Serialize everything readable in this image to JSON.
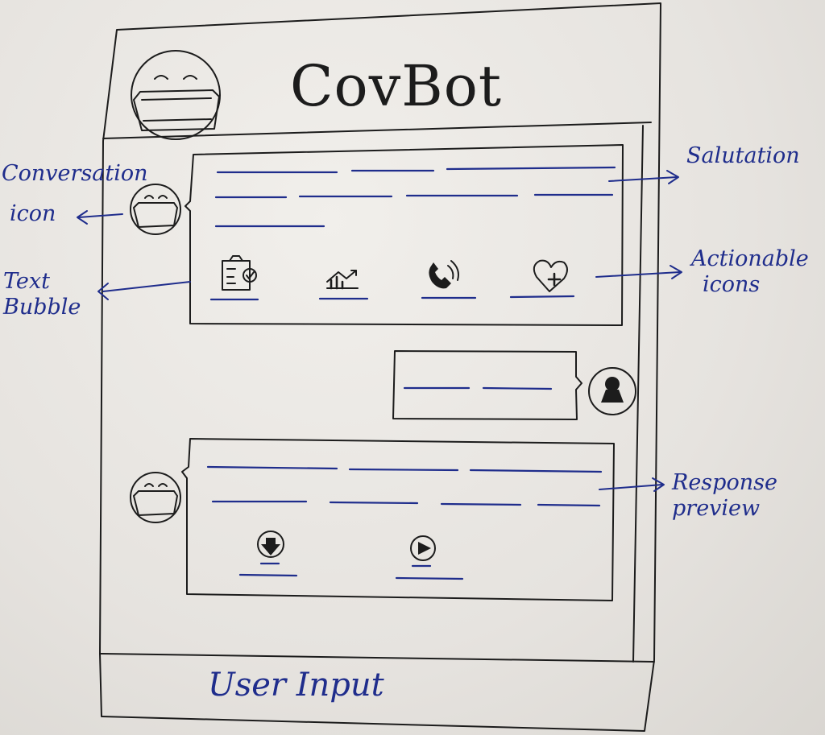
{
  "header": {
    "title": "CovBot"
  },
  "input_bar": {
    "placeholder": "User Input"
  },
  "annotations": {
    "conversation_icon": [
      "Conversation",
      "icon"
    ],
    "text_bubble": [
      "Text",
      "Bubble"
    ],
    "salutation": "Salutation",
    "actionable_icons": [
      "Actionable",
      "icons"
    ],
    "response_preview": [
      "Response",
      "preview"
    ]
  },
  "icons": {
    "bot_avatar": "masked-face-icon",
    "actions": [
      "checklist-icon",
      "stats-chart-icon",
      "phone-call-icon",
      "heart-plus-icon"
    ],
    "response_actions": [
      "download-icon",
      "play-icon"
    ],
    "user_avatar": "user-silhouette-icon"
  },
  "colors": {
    "ink": "#1c1c1c",
    "pen_blue": "#1f2d8c",
    "paper": "#e9e7e3"
  }
}
